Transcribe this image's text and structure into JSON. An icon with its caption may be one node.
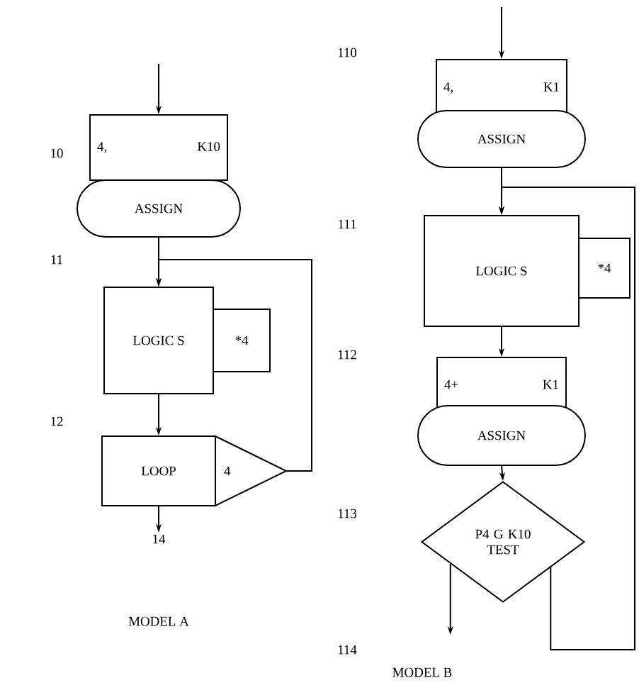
{
  "diagram": {
    "nodes": [
      {
        "text": [
          "4,",
          "K10"
        ]
      },
      {
        "text": [
          "ASSIGN"
        ]
      },
      {
        "text": [
          "LOGIC S"
        ]
      },
      {
        "text": [
          "*4"
        ]
      },
      {
        "text": [
          "LOOP"
        ]
      },
      {
        "text": [
          "4"
        ]
      },
      {
        "text": [
          "14"
        ]
      },
      {
        "text": [
          "4,",
          "K1"
        ]
      },
      {
        "text": [
          "ASSIGN"
        ]
      },
      {
        "text": [
          "LOGIC S"
        ]
      },
      {
        "text": [
          "*4"
        ]
      },
      {
        "text": [
          "4+",
          "K1"
        ]
      },
      {
        "text": [
          "ASSIGN"
        ]
      },
      {
        "text": [
          "P4 G K10 TEST"
        ]
      }
    ],
    "edges": [
      {
        "from": null,
        "to": 0,
        "arrow": "to"
      },
      {
        "from": 1,
        "to": 2,
        "arrow": "to"
      },
      {
        "from": 2,
        "to": 4,
        "arrow": "to"
      },
      {
        "from": 5,
        "to": 2,
        "arrow": "to"
      },
      {
        "from": 4,
        "to": 6,
        "arrow": "to"
      },
      {
        "from": null,
        "to": 7,
        "arrow": "to"
      },
      {
        "from": 8,
        "to": 9,
        "arrow": "to"
      },
      {
        "from": 9,
        "to": 11,
        "arrow": "to"
      },
      {
        "from": 12,
        "to": 13,
        "arrow": "to"
      },
      {
        "from": 13,
        "to": null,
        "arrow": "to"
      },
      {
        "from": 13,
        "to": 9,
        "arrow": "to"
      }
    ],
    "labels": [
      "10",
      "11",
      "12",
      "MODEL A",
      "110",
      "111",
      "112",
      "113",
      "114",
      "MODEL B"
    ]
  }
}
